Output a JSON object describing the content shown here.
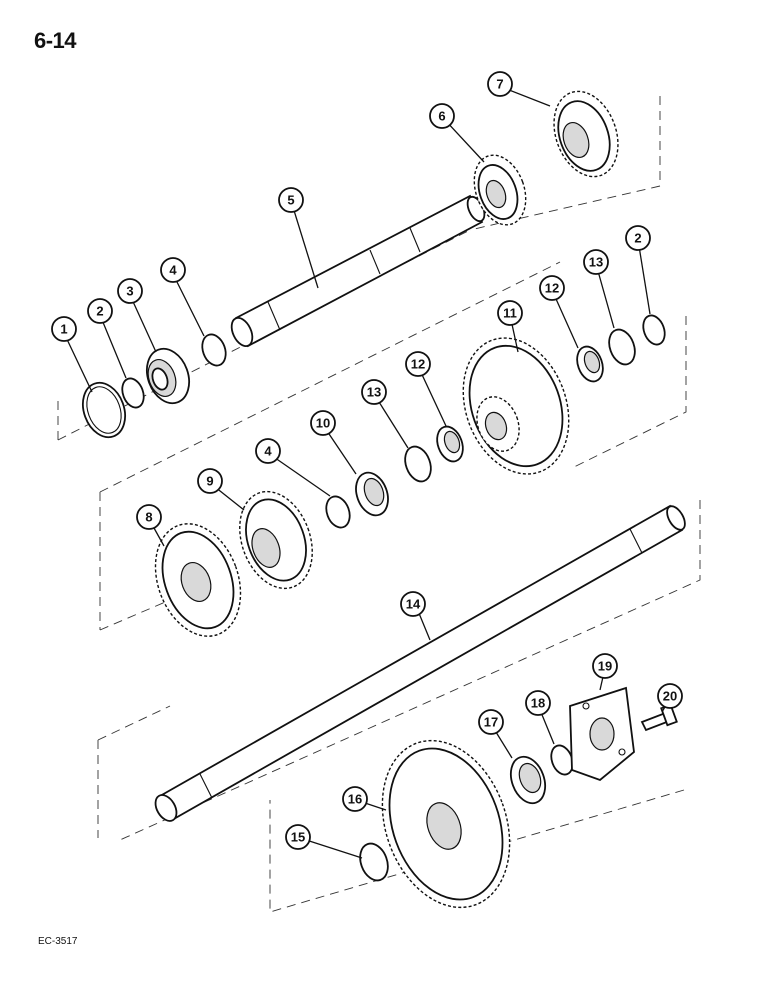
{
  "page": {
    "number": "6-14",
    "figure_code": "EC-3517"
  },
  "callouts": [
    {
      "id": "c1",
      "label": "1"
    },
    {
      "id": "c2a",
      "label": "2"
    },
    {
      "id": "c3",
      "label": "3"
    },
    {
      "id": "c4a",
      "label": "4"
    },
    {
      "id": "c5",
      "label": "5"
    },
    {
      "id": "c6",
      "label": "6"
    },
    {
      "id": "c7",
      "label": "7"
    },
    {
      "id": "c2b",
      "label": "2"
    },
    {
      "id": "c13a",
      "label": "13"
    },
    {
      "id": "c12a",
      "label": "12"
    },
    {
      "id": "c11",
      "label": "11"
    },
    {
      "id": "c12b",
      "label": "12"
    },
    {
      "id": "c13b",
      "label": "13"
    },
    {
      "id": "c10",
      "label": "10"
    },
    {
      "id": "c4b",
      "label": "4"
    },
    {
      "id": "c9",
      "label": "9"
    },
    {
      "id": "c8",
      "label": "8"
    },
    {
      "id": "c14",
      "label": "14"
    },
    {
      "id": "c19",
      "label": "19"
    },
    {
      "id": "c20",
      "label": "20"
    },
    {
      "id": "c18",
      "label": "18"
    },
    {
      "id": "c17",
      "label": "17"
    },
    {
      "id": "c16",
      "label": "16"
    },
    {
      "id": "c15",
      "label": "15"
    }
  ]
}
